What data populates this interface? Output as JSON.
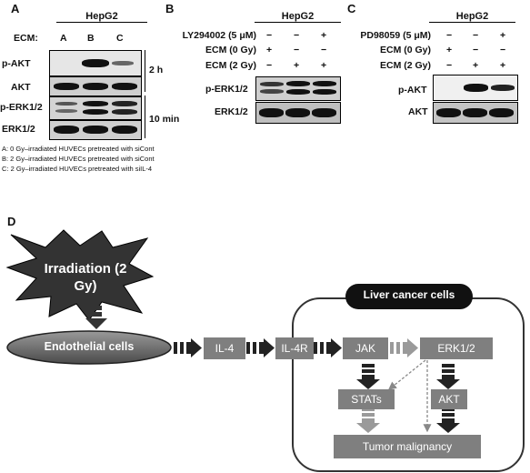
{
  "panelA": {
    "letter": "A",
    "cell": "HepG2",
    "ecm_label": "ECM:",
    "lanes": [
      "A",
      "B",
      "C"
    ],
    "rows": [
      "p-AKT",
      "AKT",
      "p-ERK1/2",
      "ERK1/2"
    ],
    "time1": "2 h",
    "time2": "10 min",
    "legend": [
      "A: 0 Gy–irradiated HUVECs pretreated with siCont",
      "B: 2 Gy–irradiated HUVECs pretreated with siCont",
      "C: 2 Gy–irradiated HUVECs pretreated with siIL-4"
    ]
  },
  "panelB": {
    "letter": "B",
    "cell": "HepG2",
    "conditions": [
      {
        "label": "LY294002 (5 μM)",
        "marks": [
          "−",
          "−",
          "+"
        ]
      },
      {
        "label": "ECM (0 Gy)",
        "marks": [
          "+",
          "−",
          "−"
        ]
      },
      {
        "label": "ECM (2 Gy)",
        "marks": [
          "−",
          "+",
          "+"
        ]
      }
    ],
    "rows": [
      "p-ERK1/2",
      "ERK1/2"
    ]
  },
  "panelC": {
    "letter": "C",
    "cell": "HepG2",
    "conditions": [
      {
        "label": "PD98059 (5 μM)",
        "marks": [
          "−",
          "−",
          "+"
        ]
      },
      {
        "label": "ECM (0 Gy)",
        "marks": [
          "+",
          "−",
          "−"
        ]
      },
      {
        "label": "ECM (2 Gy)",
        "marks": [
          "−",
          "+",
          "+"
        ]
      }
    ],
    "rows": [
      "p-AKT",
      "AKT"
    ]
  },
  "panelD": {
    "letter": "D",
    "irradiation": "Irradiation (2 Gy)",
    "endothelial": "Endothelial cells",
    "il4": "IL-4",
    "il4r": "IL-4R",
    "liver": "Liver cancer cells",
    "jak": "JAK",
    "erk": "ERK1/2",
    "stats": "STATs",
    "akt": "AKT",
    "tumor": "Tumor malignancy"
  }
}
